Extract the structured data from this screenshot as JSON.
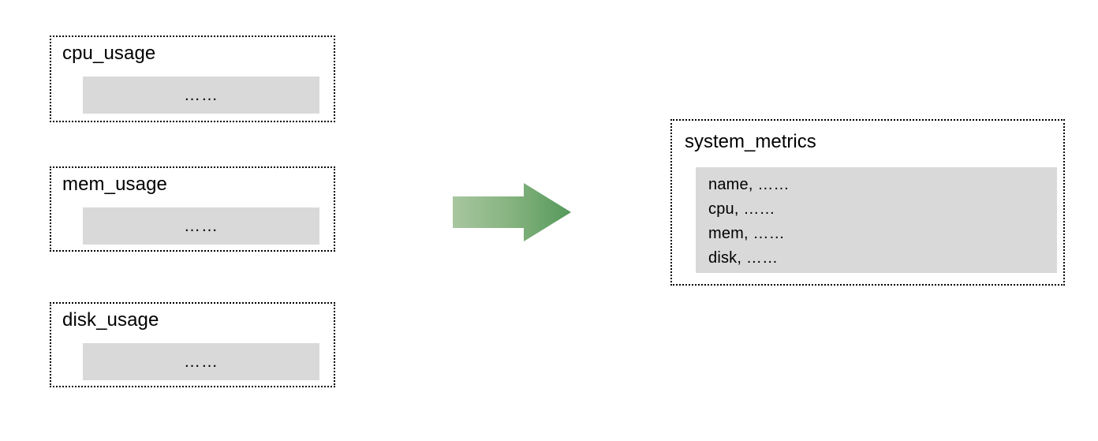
{
  "diagram": {
    "type": "data-merge-flow",
    "sources": [
      {
        "title": "cpu_usage",
        "body_text": "……"
      },
      {
        "title": "mem_usage",
        "body_text": "……"
      },
      {
        "title": "disk_usage",
        "body_text": "……"
      }
    ],
    "arrow": {
      "direction": "right",
      "gradient_start_color": "#a8c6a0",
      "gradient_end_color": "#54995a"
    },
    "target": {
      "title": "system_metrics",
      "fields": [
        "name, ……",
        "cpu, ……",
        "mem, ……",
        "disk, ……"
      ]
    },
    "colors": {
      "panel_fill": "#d9d9d9",
      "border": "#000000",
      "background": "#ffffff"
    }
  }
}
